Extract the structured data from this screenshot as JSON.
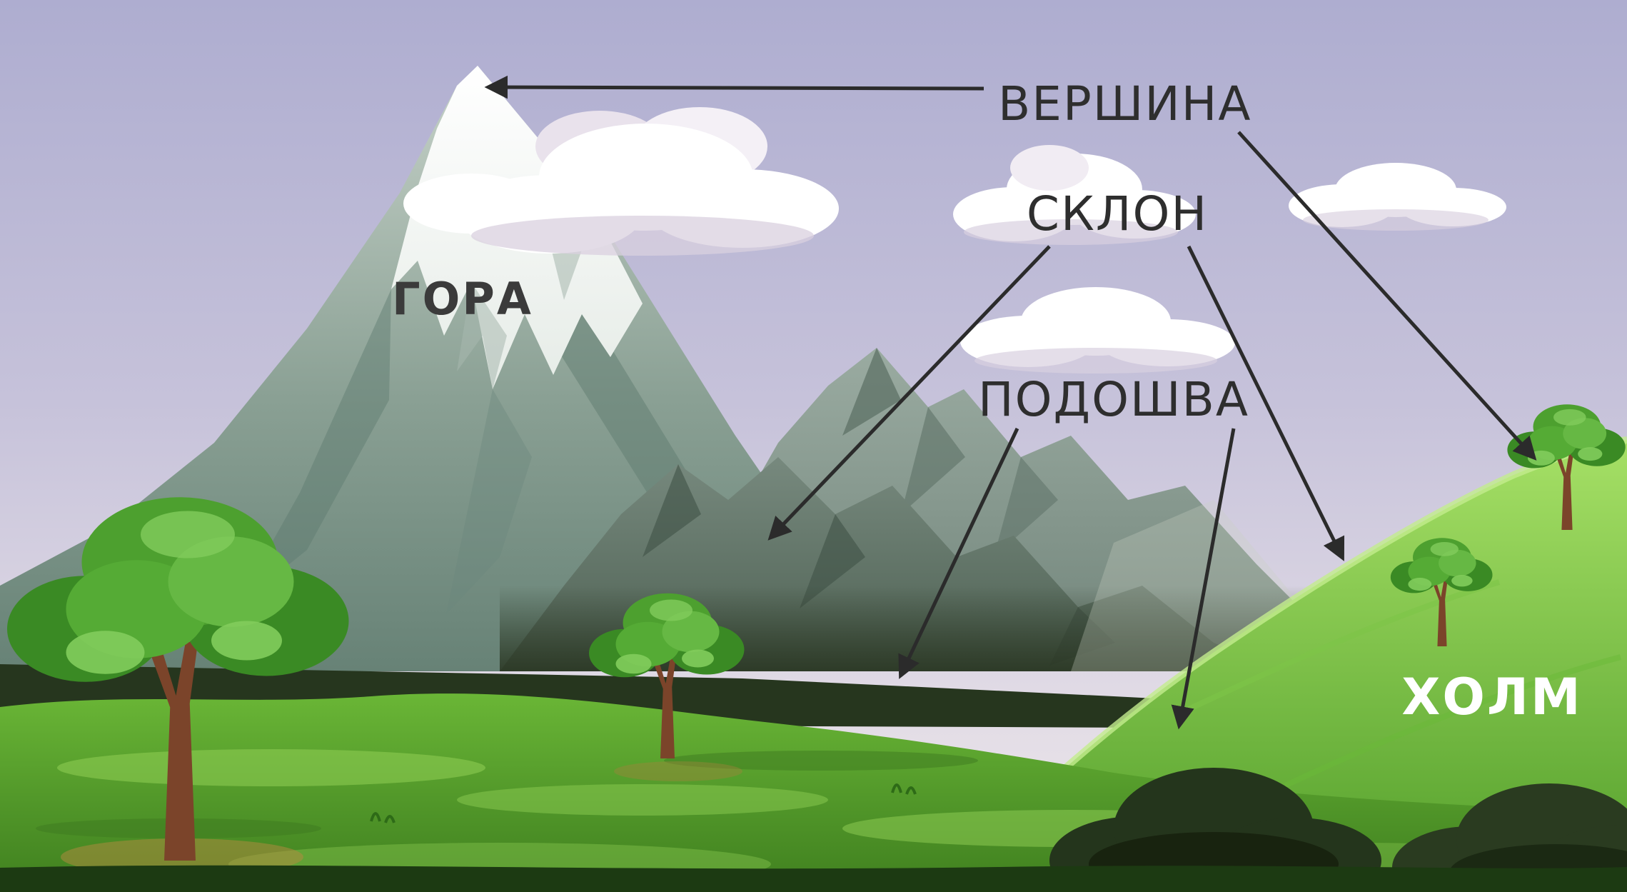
{
  "scene": {
    "type": "labeled-terrain-illustration",
    "language": "ru",
    "labels": {
      "mountain": "ГОРА",
      "hill": "ХОЛМ"
    },
    "callouts": {
      "summit": "ВЕРШИНА",
      "slope": "СКЛОН",
      "foot": "ПОДОШВА"
    },
    "colors": {
      "arrow": "#2b2b2b",
      "callout_text": "#2e2e2e",
      "mountain_label_text": "#3b3b3b",
      "hill_label_text": "#ffffff",
      "sky_top": "#aeadd0",
      "sky_horizon": "#eee8ea",
      "snow": "#ffffff",
      "mountain_rock": "#7e978c",
      "grass": "#5fa92f"
    }
  }
}
